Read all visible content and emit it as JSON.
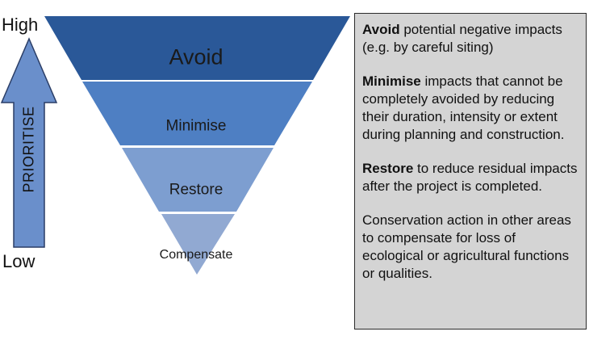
{
  "scale": {
    "high": "High",
    "low": "Low",
    "arrow_label": "PRIORITISE"
  },
  "tiers": [
    {
      "label": "Avoid",
      "color": "#2a5898"
    },
    {
      "label": "Minimise",
      "color": "#4e7fc3"
    },
    {
      "label": "Restore",
      "color": "#7d9ed0"
    },
    {
      "label": "Compensate",
      "color": "#91a9d2"
    }
  ],
  "arrow_color": "#6a8fcb",
  "descriptions": [
    {
      "bold": "Avoid",
      "text": " potential negative impacts (e.g. by careful siting)"
    },
    {
      "bold": "Minimise",
      "text": " impacts that cannot be completely avoided by reducing their duration, intensity or extent during planning and construction."
    },
    {
      "bold": "Restore",
      "text": " to reduce residual impacts after the project is completed."
    },
    {
      "bold": "",
      "text": "Conservation action in other areas to compensate for loss of ecological or agricultural functions or qualities."
    }
  ]
}
